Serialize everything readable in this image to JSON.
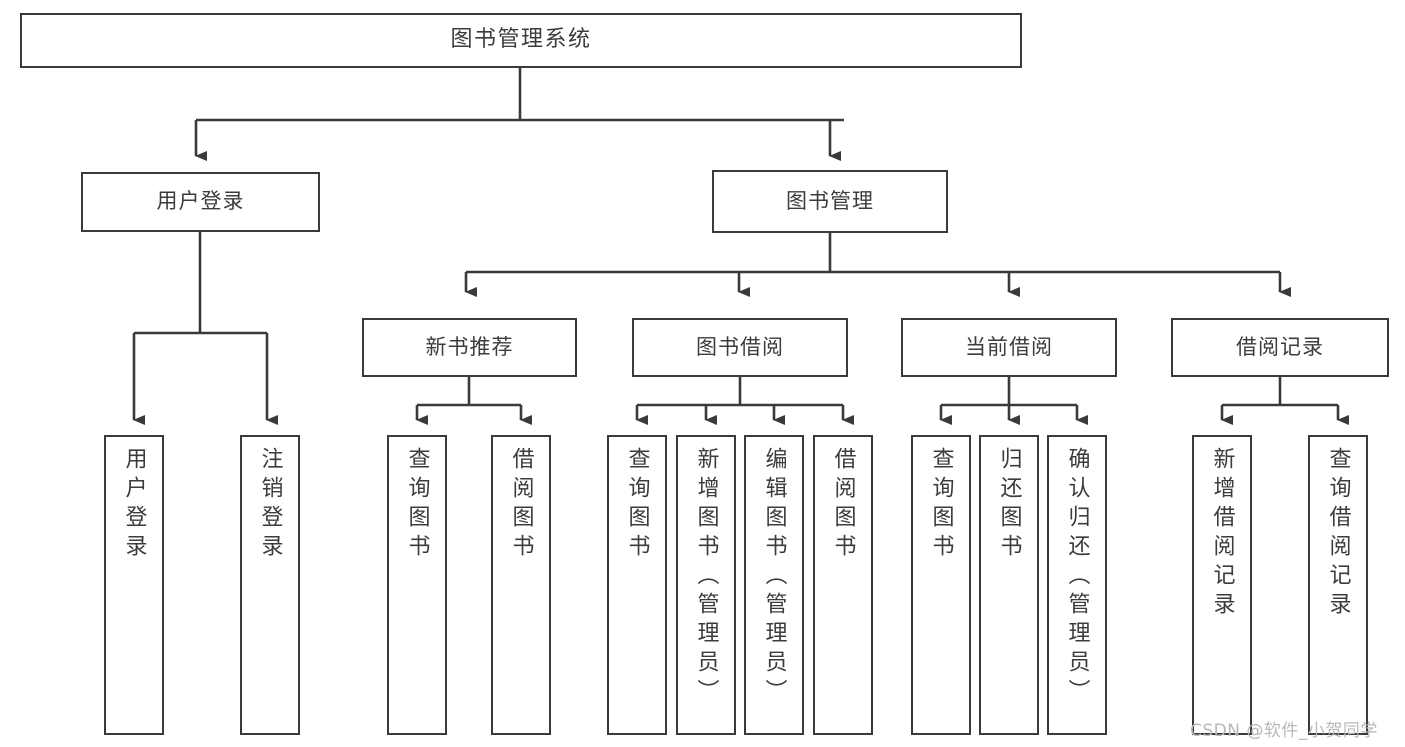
{
  "diagram": {
    "title": "图书管理系统",
    "watermark": "CSDN @软件_小贺同学",
    "colors": {
      "border": "#3a3a3a",
      "text": "#3c3c3c",
      "background": "#ffffff",
      "wire": "#3a3a3a",
      "watermark": "#b8b8b8"
    },
    "root": {
      "label": "图书管理系统"
    },
    "level1": [
      {
        "label": "用户登录"
      },
      {
        "label": "图书管理"
      }
    ],
    "level2": [
      {
        "label": "新书推荐"
      },
      {
        "label": "图书借阅"
      },
      {
        "label": "当前借阅"
      },
      {
        "label": "借阅记录"
      }
    ],
    "leaves": {
      "user_login": [
        {
          "label": "用户登录"
        },
        {
          "label": "注销登录"
        }
      ],
      "new_book": [
        {
          "label": "查询图书"
        },
        {
          "label": "借阅图书"
        }
      ],
      "book_borrow": [
        {
          "label": "查询图书"
        },
        {
          "label": "新增图书（管理员）"
        },
        {
          "label": "编辑图书（管理员）"
        },
        {
          "label": "借阅图书"
        }
      ],
      "current_borrow": [
        {
          "label": "查询图书"
        },
        {
          "label": "归还图书"
        },
        {
          "label": "确认归还（管理员）"
        }
      ],
      "borrow_record": [
        {
          "label": "新增借阅记录"
        },
        {
          "label": "查询借阅记录"
        }
      ]
    }
  }
}
